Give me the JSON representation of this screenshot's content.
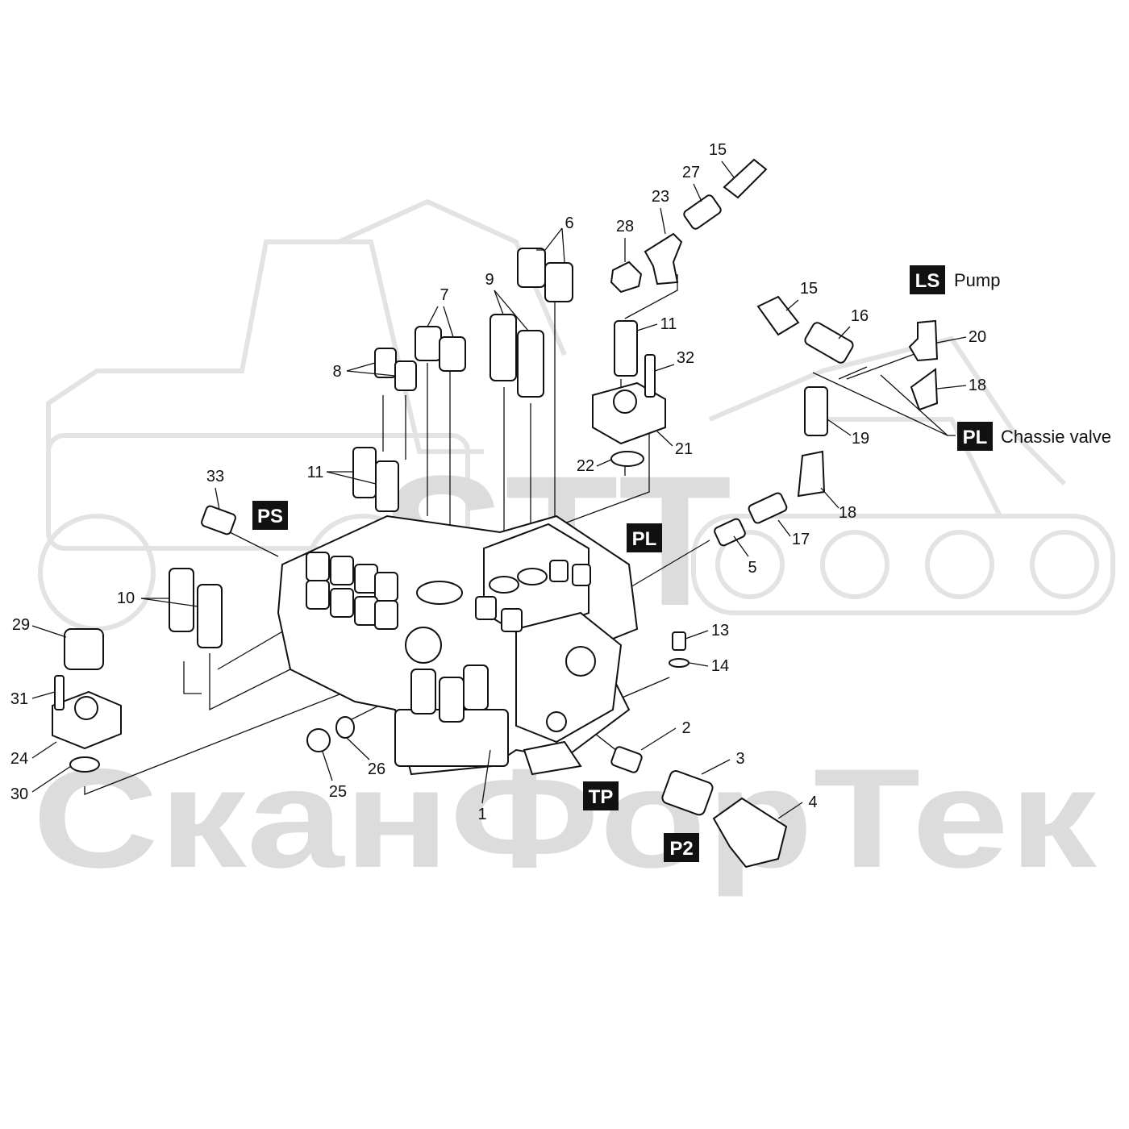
{
  "watermark": {
    "text": "СканФорТек",
    "logo": "STT"
  },
  "tags": [
    {
      "id": "PS",
      "text": "PS"
    },
    {
      "id": "PL_main",
      "text": "PL"
    },
    {
      "id": "LS",
      "text": "LS"
    },
    {
      "id": "PL_side",
      "text": "PL"
    },
    {
      "id": "TP",
      "text": "TP"
    },
    {
      "id": "P2",
      "text": "P2"
    }
  ],
  "side_labels": {
    "ls": "Pump",
    "pl": "Chassie valve"
  },
  "callouts": [
    "1",
    "2",
    "3",
    "4",
    "5",
    "6",
    "7",
    "8",
    "9",
    "10",
    "11",
    "11",
    "13",
    "14",
    "15",
    "15",
    "16",
    "17",
    "18",
    "18",
    "19",
    "20",
    "21",
    "22",
    "23",
    "24",
    "25",
    "26",
    "27",
    "28",
    "29",
    "30",
    "31",
    "32",
    "33"
  ]
}
